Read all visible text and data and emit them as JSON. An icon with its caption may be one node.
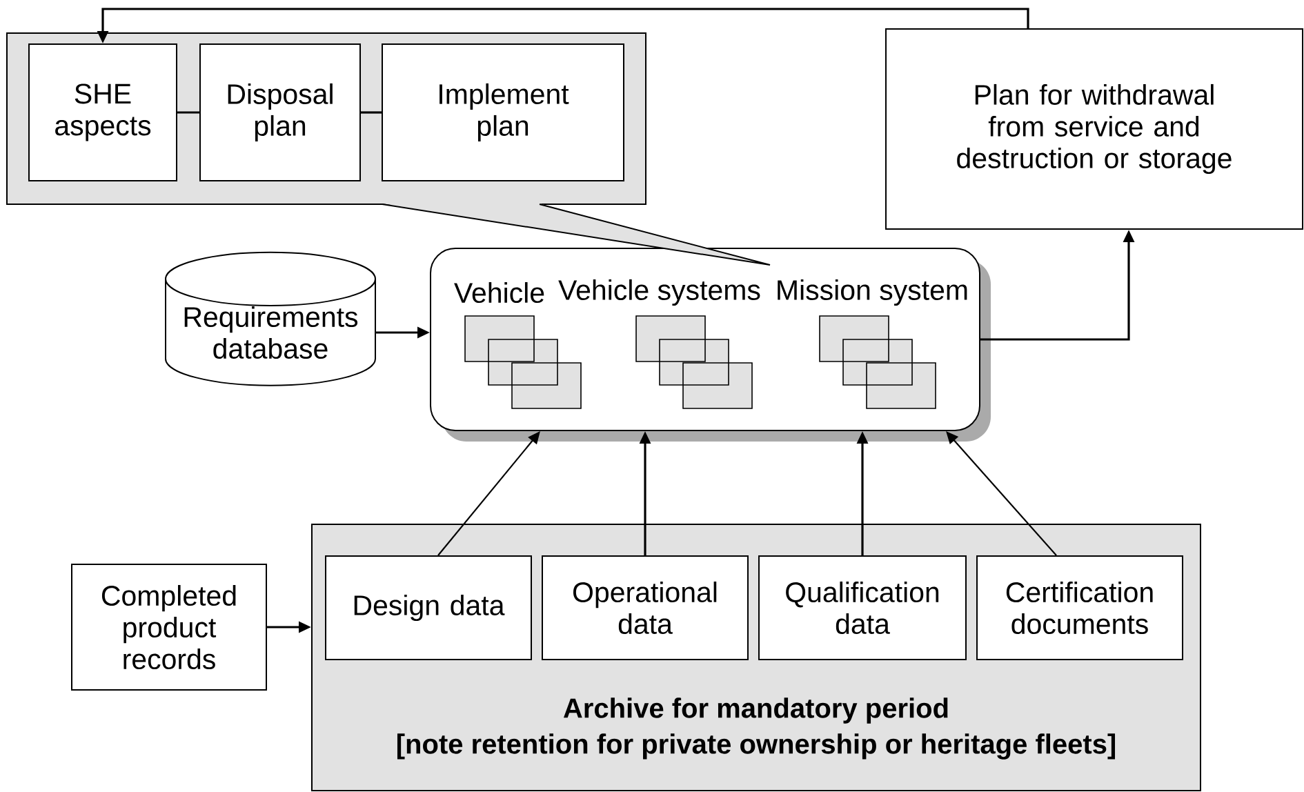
{
  "diagram": {
    "nodes": [
      {
        "text": [],
        "shape": "box"
      },
      {
        "text": [
          "SHE aspects"
        ],
        "in": 0
      },
      {
        "text": [
          "Disposal plan"
        ],
        "in": 0
      },
      {
        "text": [
          "Implement plan"
        ],
        "in": 0
      },
      {
        "text": [
          "Plan for withdrawal from service and destruction or storage"
        ]
      },
      {
        "text": [
          "Requirements database"
        ]
      },
      {
        "text": [
          "Vehicle",
          "Vehicle systems",
          "Mission system"
        ]
      },
      {
        "text": [
          "Completed product records"
        ]
      },
      {
        "text": [
          "Archive for mandatory period",
          "[note retention for private ownership or heritage fleets]"
        ]
      },
      {
        "text": [
          "Design data"
        ],
        "in": 8
      },
      {
        "text": [
          "Operational data"
        ],
        "in": 8
      },
      {
        "text": [
          "Qualification data"
        ],
        "in": 8
      },
      {
        "text": [
          "Certification documents"
        ],
        "in": 8
      }
    ],
    "edges": [
      {
        "from": 4,
        "to": 1,
        "arrow": "to"
      },
      {
        "from": 1,
        "to": 2,
        "arrow": "none"
      },
      {
        "from": 2,
        "to": 3,
        "arrow": "none"
      },
      {
        "from": 5,
        "to": 6,
        "arrow": "to"
      },
      {
        "from": 6,
        "to": 4,
        "arrow": "to"
      },
      {
        "from": 9,
        "to": 6,
        "arrow": "to"
      },
      {
        "from": 10,
        "to": 6,
        "arrow": "to"
      },
      {
        "from": 11,
        "to": 6,
        "arrow": "to"
      },
      {
        "from": 12,
        "to": 6,
        "arrow": "to"
      },
      {
        "from": 7,
        "to": 8,
        "arrow": "to"
      }
    ]
  }
}
